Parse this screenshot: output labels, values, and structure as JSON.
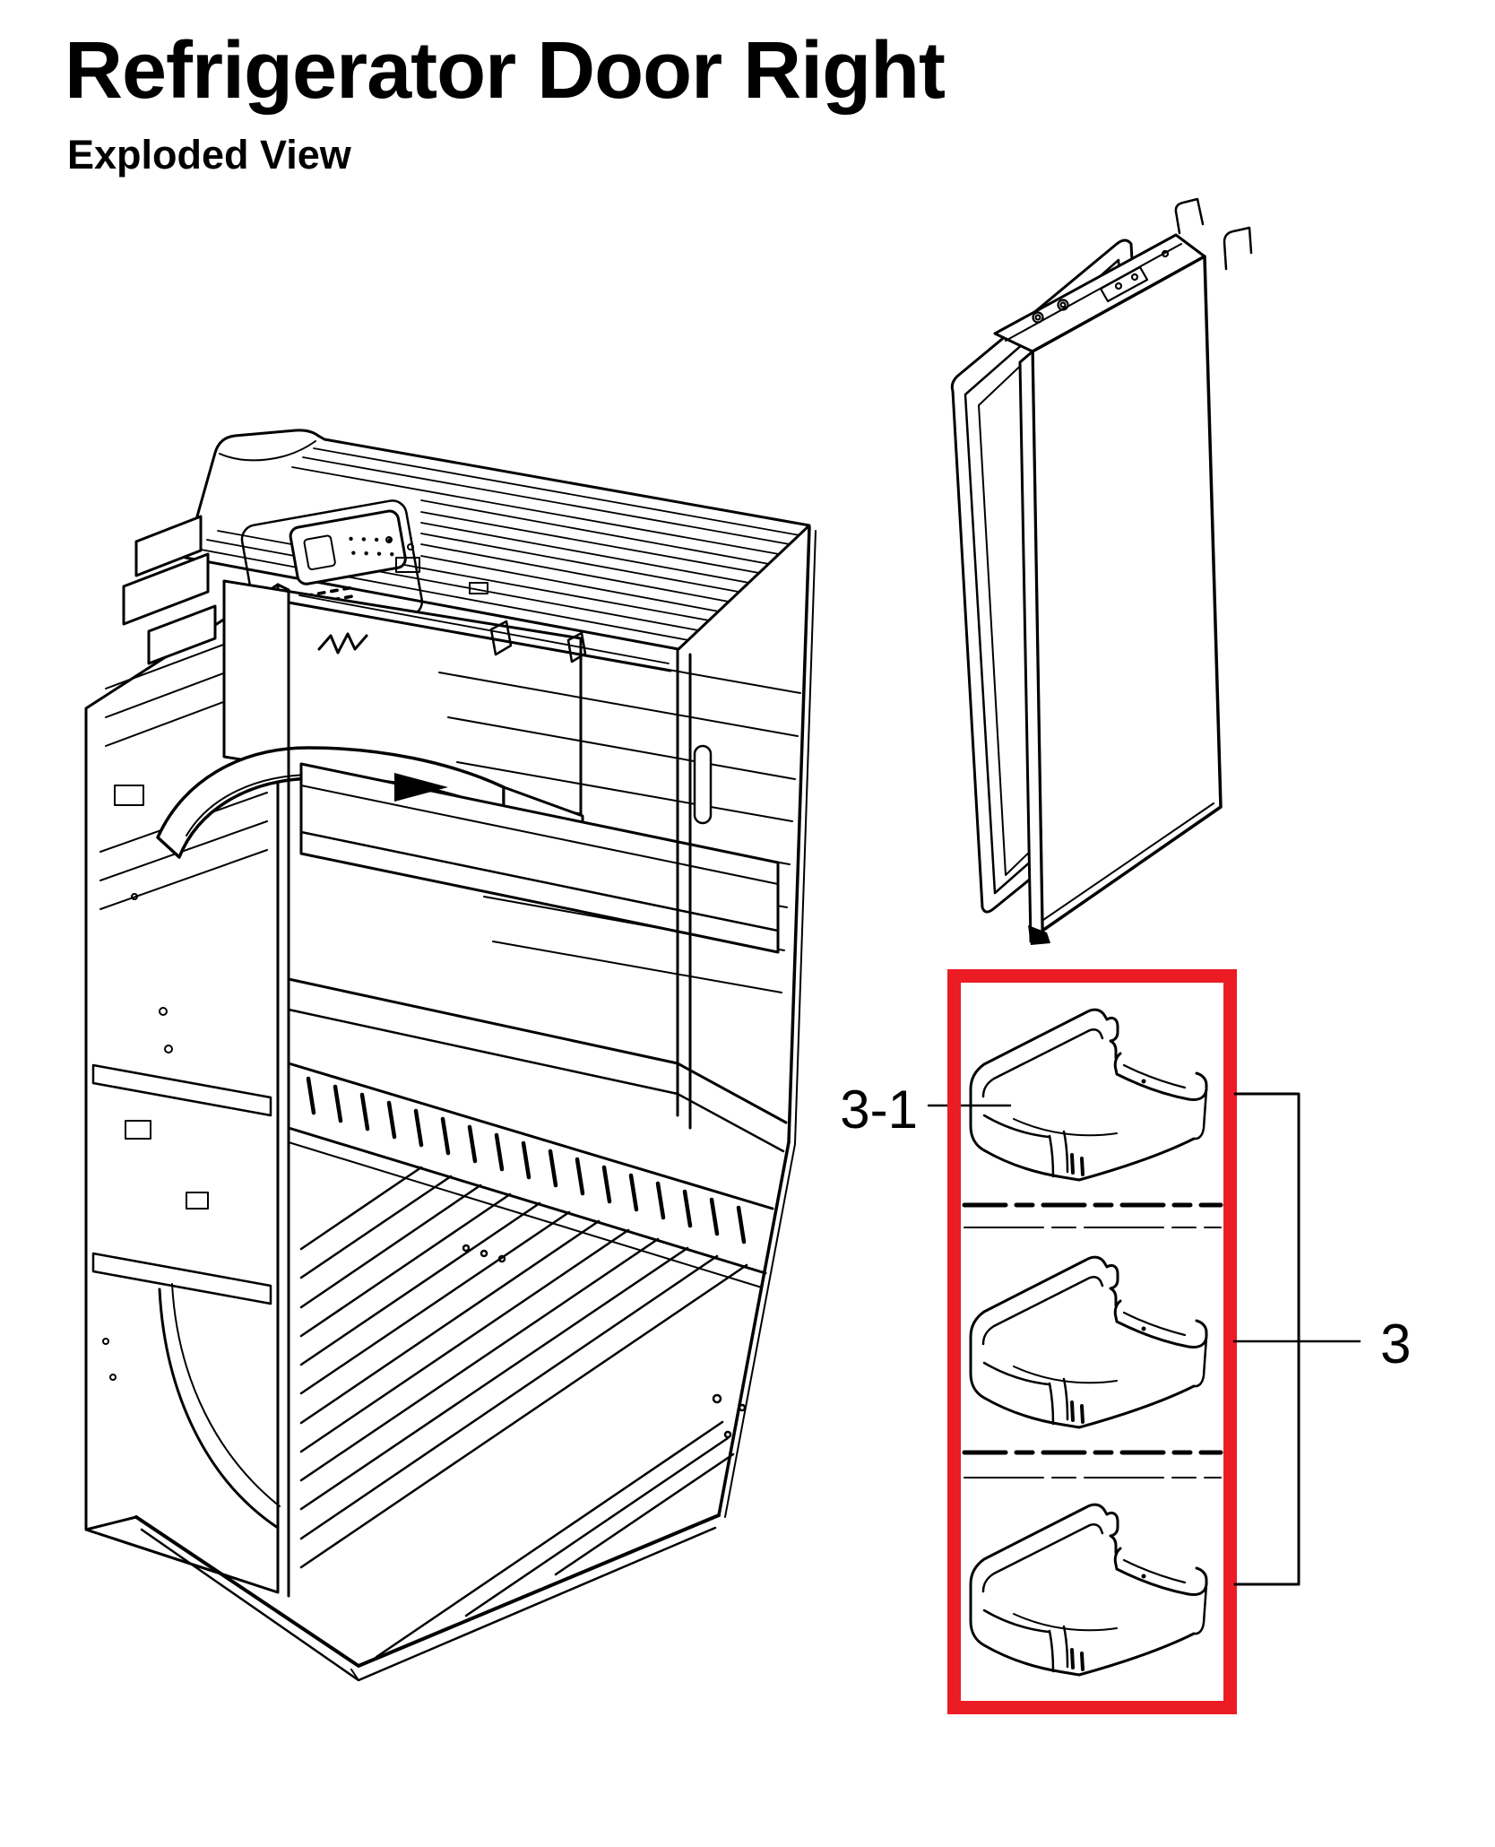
{
  "header": {
    "title": "Refrigerator Door Right",
    "subtitle": "Exploded View"
  },
  "diagram": {
    "background": "#ffffff",
    "line_color": "#000000",
    "highlight_color": "#ec1c24",
    "highlighted_bin_count": 3,
    "callouts": [
      {
        "label": "3-1"
      },
      {
        "label": "3"
      }
    ]
  }
}
